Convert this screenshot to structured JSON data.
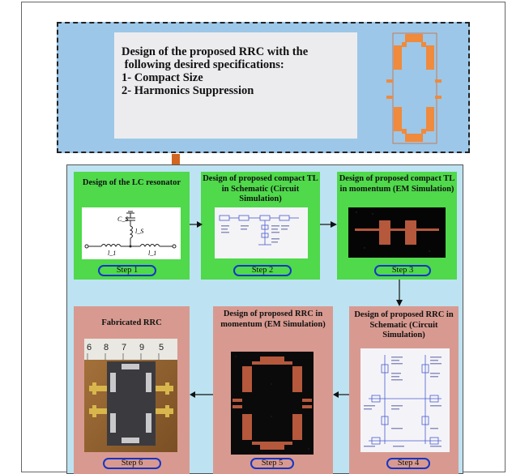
{
  "top": {
    "lines": [
      "Design of the proposed RRC with the",
      " following desired specifications:",
      "1- Compact Size",
      "2- Harmonics Suppression"
    ]
  },
  "steps": [
    {
      "title": "Design of the LC resonator",
      "label": "Step 1",
      "circuit_labels": {
        "cs": "C_S",
        "ls": "l_S",
        "l1a": "l_1",
        "l1b": "l_1"
      }
    },
    {
      "title": "Design of proposed compact TL in Schematic (Circuit Simulation)",
      "label": "Step 2"
    },
    {
      "title": "Design of proposed compact TL in momentum (EM Simulation)",
      "label": "Step 3"
    },
    {
      "title": "Design of proposed RRC in Schematic (Circuit Simulation)",
      "label": "Step 4"
    },
    {
      "title": "Design of proposed RRC in momentum (EM Simulation)",
      "label": "Step 5"
    },
    {
      "title": "Fabricated RRC",
      "label": "Step 6",
      "ruler_marks": [
        "6",
        "8",
        "7",
        "9",
        "5"
      ]
    }
  ],
  "colors": {
    "top_bg": "#9cc7e8",
    "panel_bg": "#bde3f2",
    "green_card": "#4fd94b",
    "pink_card": "#d89a90",
    "copper": "#f08a3c",
    "pill_border": "#1535c8",
    "arrow_orange": "#d2651f"
  }
}
